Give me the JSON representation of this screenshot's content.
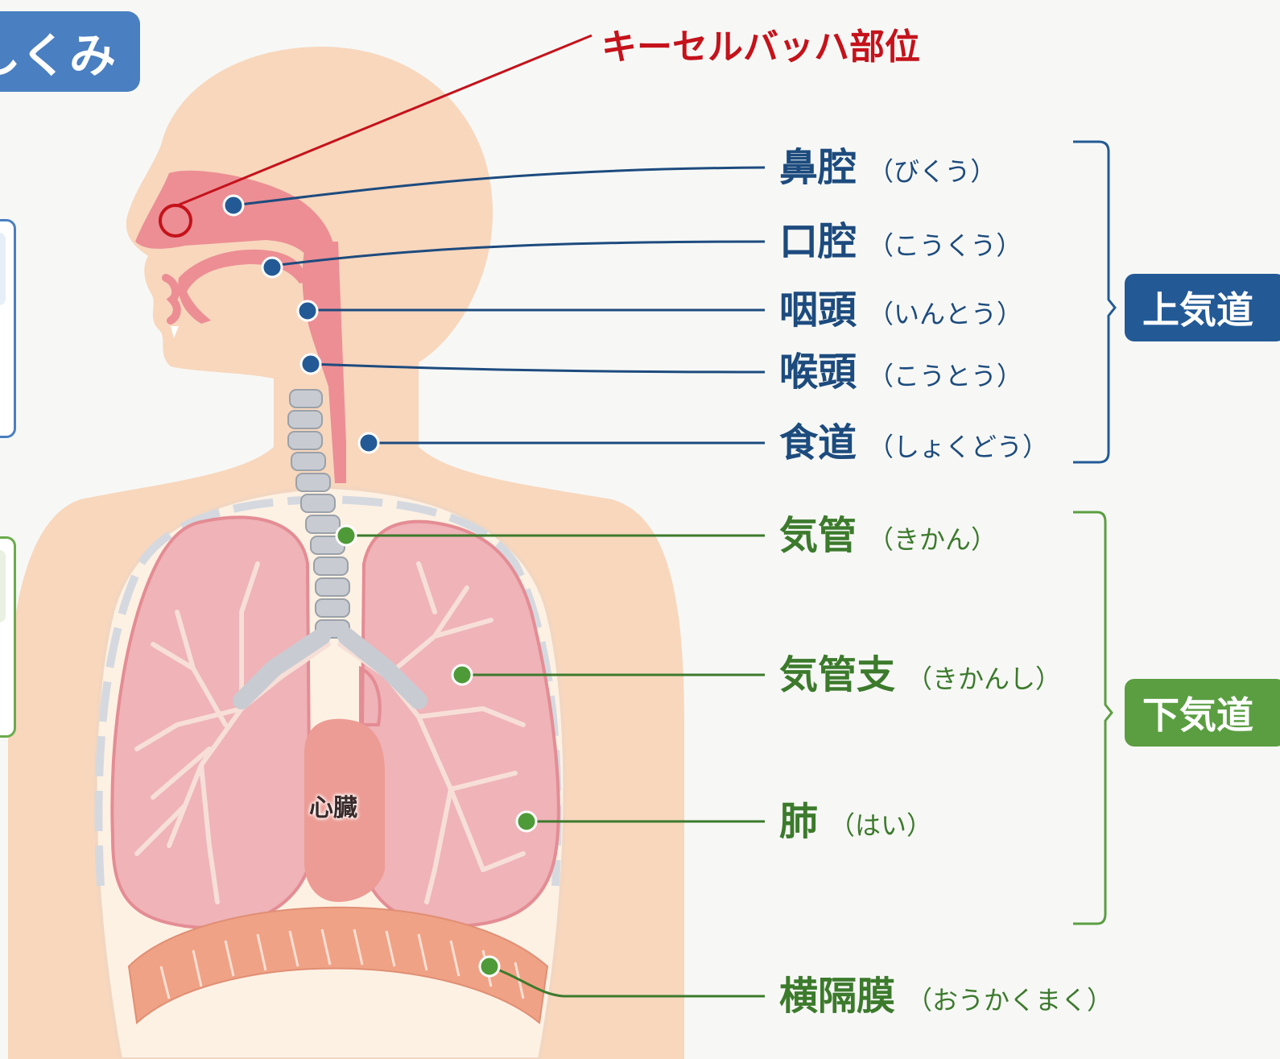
{
  "header": {
    "title_fragment": "しくみ"
  },
  "highlight": {
    "label": "キーセルバッハ部位",
    "color": "#c5121b"
  },
  "organs": {
    "heart_label": "心臓"
  },
  "parts": [
    {
      "id": "nasal-cavity",
      "kanji": "鼻腔",
      "kana": "（びくう）",
      "group": "upper"
    },
    {
      "id": "oral-cavity",
      "kanji": "口腔",
      "kana": "（こうくう）",
      "group": "upper"
    },
    {
      "id": "pharynx",
      "kanji": "咽頭",
      "kana": "（いんとう）",
      "group": "upper"
    },
    {
      "id": "larynx",
      "kanji": "喉頭",
      "kana": "（こうとう）",
      "group": "upper"
    },
    {
      "id": "esophagus",
      "kanji": "食道",
      "kana": "（しょくどう）",
      "group": "upper"
    },
    {
      "id": "trachea",
      "kanji": "気管",
      "kana": "（きかん）",
      "group": "lower"
    },
    {
      "id": "bronchi",
      "kanji": "気管支",
      "kana": "（きかんし）",
      "group": "lower"
    },
    {
      "id": "lungs",
      "kanji": "肺",
      "kana": "（はい）",
      "group": "lower"
    },
    {
      "id": "diaphragm",
      "kanji": "横隔膜",
      "kana": "（おうかくまく）",
      "group": "lower"
    }
  ],
  "groups": {
    "upper": {
      "label": "上気道",
      "color": "#235a96"
    },
    "lower": {
      "label": "下気道",
      "color": "#5b9e42"
    }
  }
}
